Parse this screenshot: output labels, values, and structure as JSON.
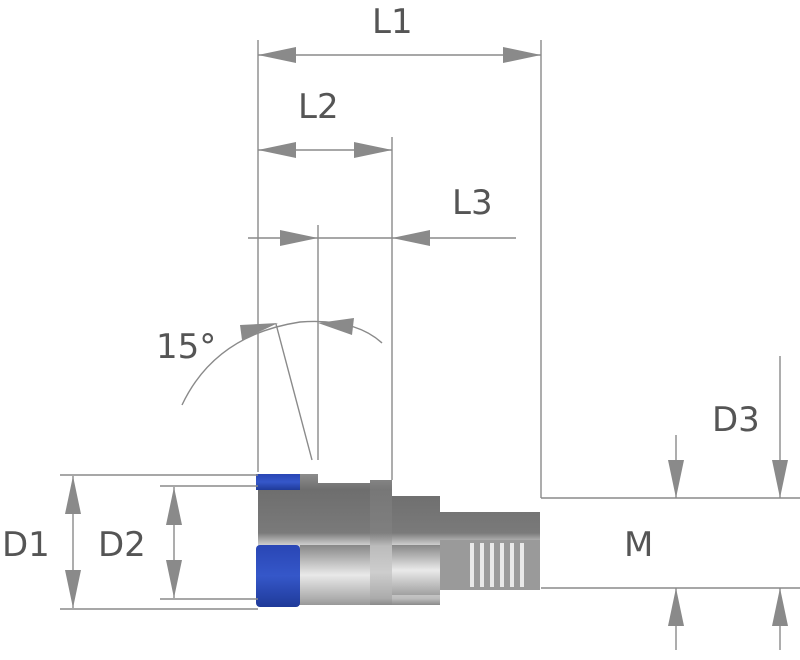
{
  "labels": {
    "L1": "L1",
    "L2": "L2",
    "L3": "L3",
    "angle": "15°",
    "D1": "D1",
    "D2": "D2",
    "D3": "D3",
    "M": "M"
  },
  "colors": {
    "seal": "#2f4fb8",
    "body_dark": "#6f6f6f",
    "body_light": "#d9d9d9",
    "dimension": "#8a8a8a",
    "text": "#555555"
  }
}
